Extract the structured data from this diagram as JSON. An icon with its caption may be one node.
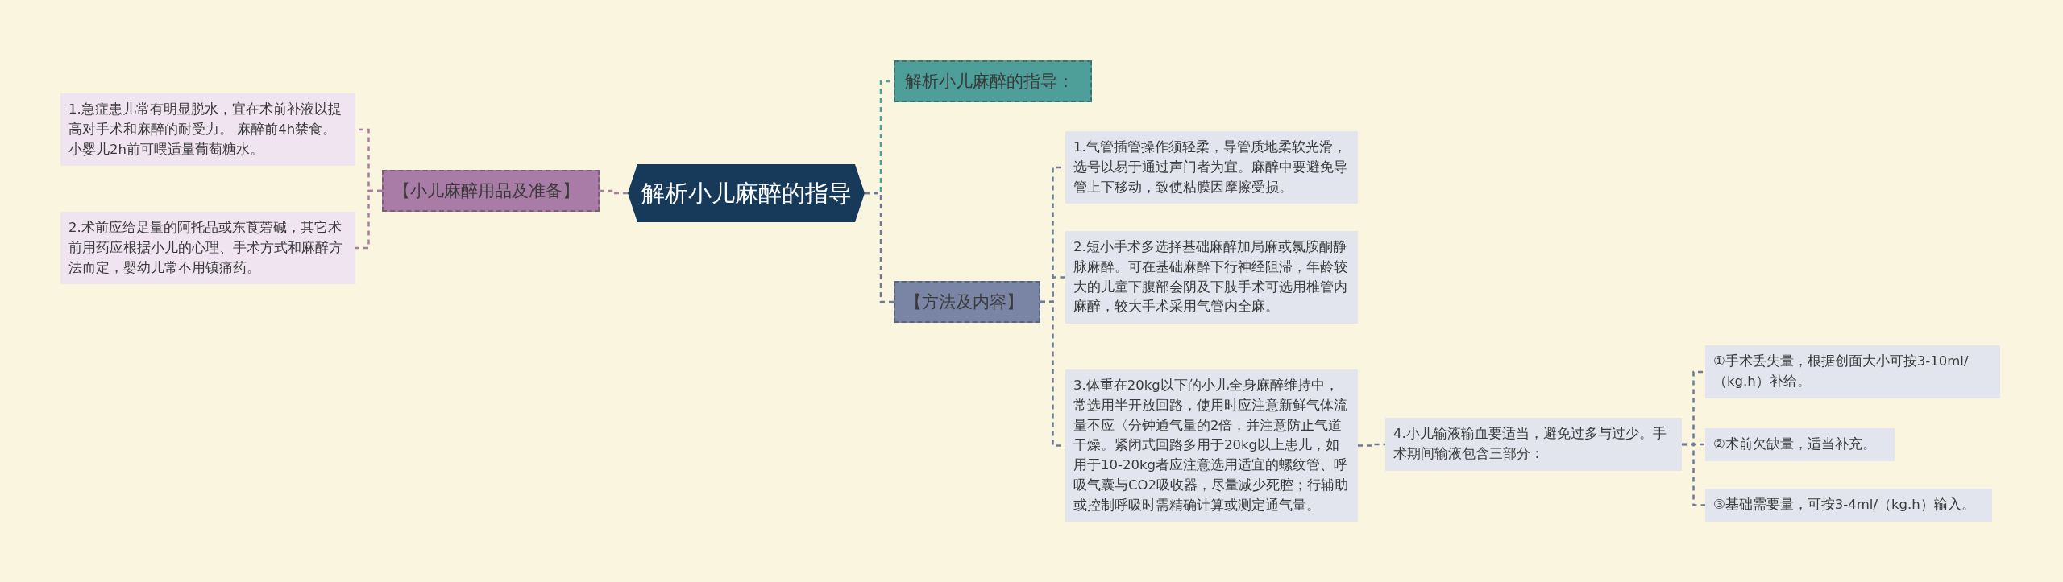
{
  "diagram": {
    "nodes": [
      {
        "text": [
          "解析小儿麻醉的指导"
        ]
      },
      {
        "text": [
          "【小儿麻醉用品及准备】"
        ]
      },
      {
        "text": [
          "1.急症患儿常有明显脱水，宜在术前补液以提高对手术和麻醉的耐受力。 麻醉前4h禁食。小婴儿2h前可喂适量葡萄糖水。"
        ]
      },
      {
        "text": [
          "2.术前应给足量的阿托品或东莨菪碱，其它术前用药应根据小儿的心理、手术方式和麻醉方法而定，婴幼儿常不用镇痛药。"
        ]
      },
      {
        "text": [
          "解析小儿麻醉的指导："
        ]
      },
      {
        "text": [
          "【方法及内容】"
        ]
      },
      {
        "text": [
          "1.气管插管操作须轻柔，导管质地柔软光滑，选号以易于通过声门者为宜。麻醉中要避免导管上下移动，致使粘膜因摩擦受损。"
        ]
      },
      {
        "text": [
          "2.短小手术多选择基础麻醉加局麻或氯胺酮静脉麻醉。可在基础麻醉下行神经阻滞，年龄较大的儿童下腹部会阴及下肢手术可选用椎管内麻醉，较大手术采用气管内全麻。"
        ]
      },
      {
        "text": [
          "3.体重在20kg以下的小儿全身麻醉维持中，常选用半开放回路，使用时应注意新鲜气体流量不应〈分钟通气量的2倍，并注意防止气道干燥。紧闭式回路多用于20kg以上患儿，如用于10-20kg者应注意选用适宜的螺纹管、呼吸气囊与CO2吸收器，尽量减少死腔；行辅助或控制呼吸时需精确计算或测定通气量。"
        ]
      },
      {
        "text": [
          "4.小儿输液输血要适当，避免过多与过少。手术期间输液包含三部分："
        ]
      },
      {
        "text": [
          "①手术丢失量，根据创面大小可按3-10ml/（kg.h）补给。"
        ]
      },
      {
        "text": [
          "②术前欠缺量，适当补充。"
        ]
      },
      {
        "text": [
          "③基础需要量，可按3-4ml/（kg.h）输入。"
        ]
      }
    ],
    "edges": [
      {
        "from": 0,
        "to": 1,
        "arrow": "none",
        "style": "dashed",
        "color": "#a87ca6"
      },
      {
        "from": 1,
        "to": 2,
        "arrow": "none",
        "style": "dashed",
        "color": "#a87ca6"
      },
      {
        "from": 1,
        "to": 3,
        "arrow": "none",
        "style": "dashed",
        "color": "#a87ca6"
      },
      {
        "from": 0,
        "to": 4,
        "arrow": "none",
        "style": "dashed",
        "color": "#4e9e9a"
      },
      {
        "from": 0,
        "to": 5,
        "arrow": "none",
        "style": "dashed"
      },
      {
        "from": 5,
        "to": 6,
        "arrow": "none",
        "style": "dashed"
      },
      {
        "from": 5,
        "to": 7,
        "arrow": "none",
        "style": "dashed"
      },
      {
        "from": 5,
        "to": 8,
        "arrow": "none",
        "style": "dashed"
      },
      {
        "from": 8,
        "to": 9,
        "arrow": "none",
        "style": "dashed"
      },
      {
        "from": 9,
        "to": 10,
        "arrow": "none",
        "style": "dashed"
      },
      {
        "from": 9,
        "to": 11,
        "arrow": "none",
        "style": "dashed"
      },
      {
        "from": 9,
        "to": 12,
        "arrow": "none",
        "style": "dashed"
      }
    ]
  }
}
